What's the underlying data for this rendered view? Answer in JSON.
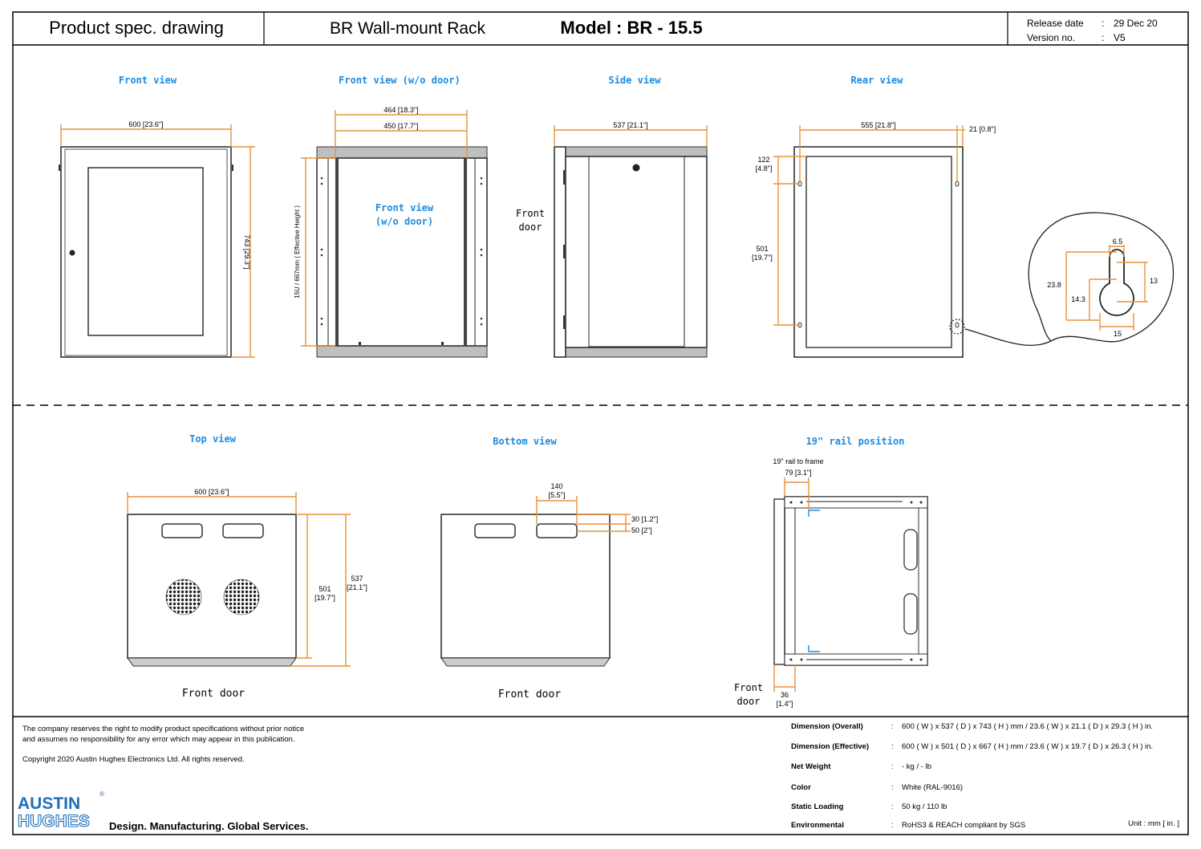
{
  "header": {
    "title": "Product spec. drawing",
    "product": "BR Wall-mount Rack",
    "model": "Model : BR - 15.5",
    "release_label": "Release date",
    "release_sep": ":",
    "release_value": "29 Dec 20",
    "version_label": "Version no.",
    "version_sep": ":",
    "version_value": "V5"
  },
  "views": {
    "front": "Front view",
    "front_nodoor": "Front view (w/o door)",
    "side": "Side view",
    "rear": "Rear view",
    "top": "Top view",
    "bottom": "Bottom view",
    "rail": "19\" rail position",
    "front_nodoor_inner_1": "Front view",
    "front_nodoor_inner_2": "(w/o door)"
  },
  "dims": {
    "front_width": "600 [23.6\"]",
    "front_height": "743 [29.3\"]",
    "nodoor_outer": "464 [18.3\"]",
    "nodoor_inner": "450 [17.7\"]",
    "nodoor_effective": "15U / 667mm ( Effective Height )",
    "side_depth": "537 [21.1\"]",
    "side_front_door_1": "Front",
    "side_front_door_2": "door",
    "rear_width": "555 [21.8\"]",
    "rear_offset": "21 [0.8\"]",
    "rear_top_1": "122",
    "rear_top_2": "[4.8\"]",
    "rear_mid_1": "501",
    "rear_mid_2": "[19.7\"]",
    "keyhole_a": "6.5",
    "keyhole_b": "23.8",
    "keyhole_c": "13",
    "keyhole_d": "14.3",
    "keyhole_e": "15",
    "top_width": "600 [23.6\"]",
    "top_depth1_1": "501",
    "top_depth1_2": "[19.7\"]",
    "top_depth2_1": "537",
    "top_depth2_2": "[21.1\"]",
    "top_front_door": "Front door",
    "bottom_slot_1": "140",
    "bottom_slot_2": "[5.5\"]",
    "bottom_a": "30 [1.2\"]",
    "bottom_b": "50 [2\"]",
    "bottom_front_door": "Front door",
    "rail_to_frame": "19\" rail to frame",
    "rail_79": "79 [3.1\"]",
    "rail_front_1": "Front",
    "rail_front_2": "door",
    "rail_36_1": "36",
    "rail_36_2": "[1.4\"]"
  },
  "footer": {
    "notice_1": "The company reserves the right to modify product specifications without prior notice",
    "notice_2": "and assumes no responsibility for any error which may appear in this publication.",
    "copyright": "Copyright 2020 Austin Hughes Electronics Ltd. All rights reserved.",
    "logo_top": "AUSTIN",
    "logo_bottom": "HUGHES",
    "logo_mark": "®",
    "tagline": "Design. Manufacturing. Global Services.",
    "unit": "Unit : mm [ in. ]",
    "specs": [
      {
        "label": "Dimension (Overall)",
        "sep": ":",
        "value": "600 ( W ) x 537 ( D ) x 743 ( H ) mm / 23.6 ( W ) x 21.1 ( D ) x 29.3 ( H ) in."
      },
      {
        "label": "Dimension (Effective)",
        "sep": ":",
        "value": "600 ( W ) x 501 ( D ) x 667 ( H ) mm / 23.6 ( W ) x 19.7 ( D ) x 26.3 ( H ) in."
      },
      {
        "label": "Net Weight",
        "sep": ":",
        "value": "- kg / - lb"
      },
      {
        "label": "Color",
        "sep": ":",
        "value": "White (RAL-9016)"
      },
      {
        "label": "Static Loading",
        "sep": ":",
        "value": "50 kg / 110 lb"
      },
      {
        "label": "Environmental",
        "sep": ":",
        "value": "RoHS3 & REACH compliant by SGS"
      }
    ]
  },
  "colors": {
    "title_blue": "#1c8be0",
    "dimension_orange": "#e8923a",
    "logo_blue": "#1d6fb8"
  }
}
